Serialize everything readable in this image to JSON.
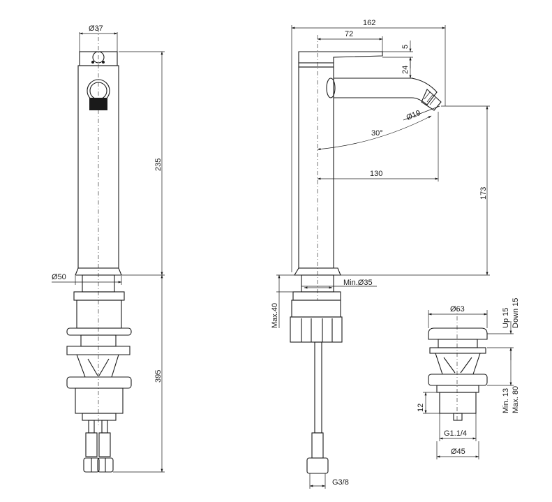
{
  "front_view": {
    "dia_top": "Ø37",
    "height_body": "235",
    "dia_base": "Ø50",
    "height_under": "395"
  },
  "side_view": {
    "width_total": "162",
    "width_lever": "72",
    "lever_thick": "5",
    "spout_drop": "24",
    "dia_spout": "Ø19",
    "angle": "30°",
    "reach": "130",
    "height_spout": "173",
    "min_hole": "Min.Ø35",
    "max_deck": "Max.40",
    "thread": "G3/8"
  },
  "waste_view": {
    "dia_cap": "Ø63",
    "up": "Up 15",
    "down": "Down 15",
    "min": "Min. 13",
    "max": "Max. 80",
    "height_12": "12",
    "thread": "G1.1/4",
    "dia_body": "Ø45"
  }
}
